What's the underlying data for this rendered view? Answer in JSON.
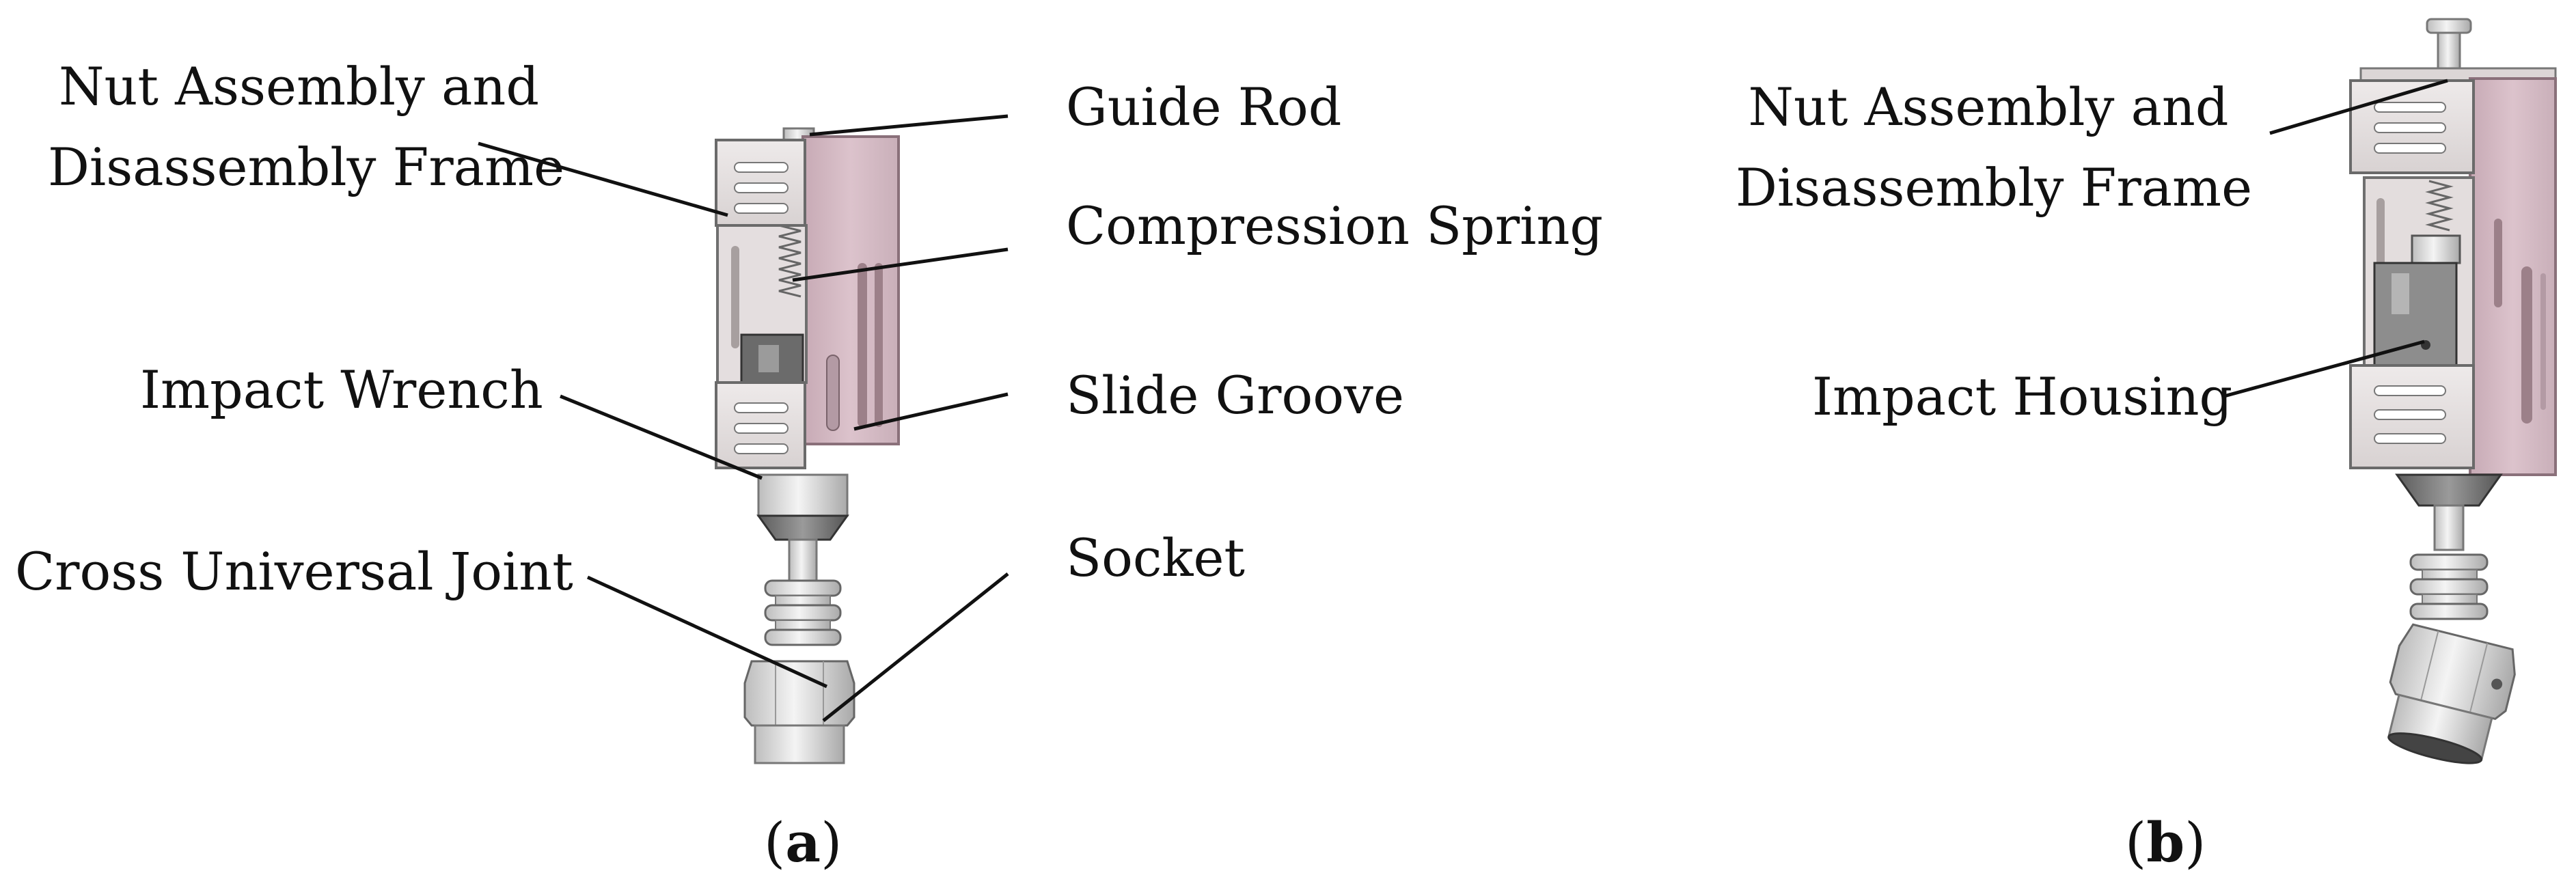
{
  "panel_a": {
    "labels": {
      "nut_frame": [
        "Nut Assembly and",
        "Disassembly Frame"
      ],
      "impact_wrench": "Impact Wrench",
      "cross_joint": "Cross Universal Joint",
      "guide_rod": "Guide Rod",
      "compression_spring": "Compression Spring",
      "slide_groove": "Slide Groove",
      "socket": "Socket"
    },
    "caption": {
      "open": "(",
      "letter": "a",
      "close": ")"
    }
  },
  "panel_b": {
    "labels": {
      "nut_frame": [
        "Nut Assembly and",
        "Disassembly Frame"
      ],
      "impact_housing": "Impact Housing"
    },
    "caption": {
      "open": "(",
      "letter": "b",
      "close": ")"
    }
  },
  "colors": {
    "frame_light": "#e8e2e2",
    "frame_pink": "#d7bcc6",
    "frame_pink_dark": "#b49aa4",
    "metal_light": "#ececec",
    "metal_mid": "#b8b8b8",
    "metal_dark": "#6e6e6e",
    "leader": "#111111"
  }
}
